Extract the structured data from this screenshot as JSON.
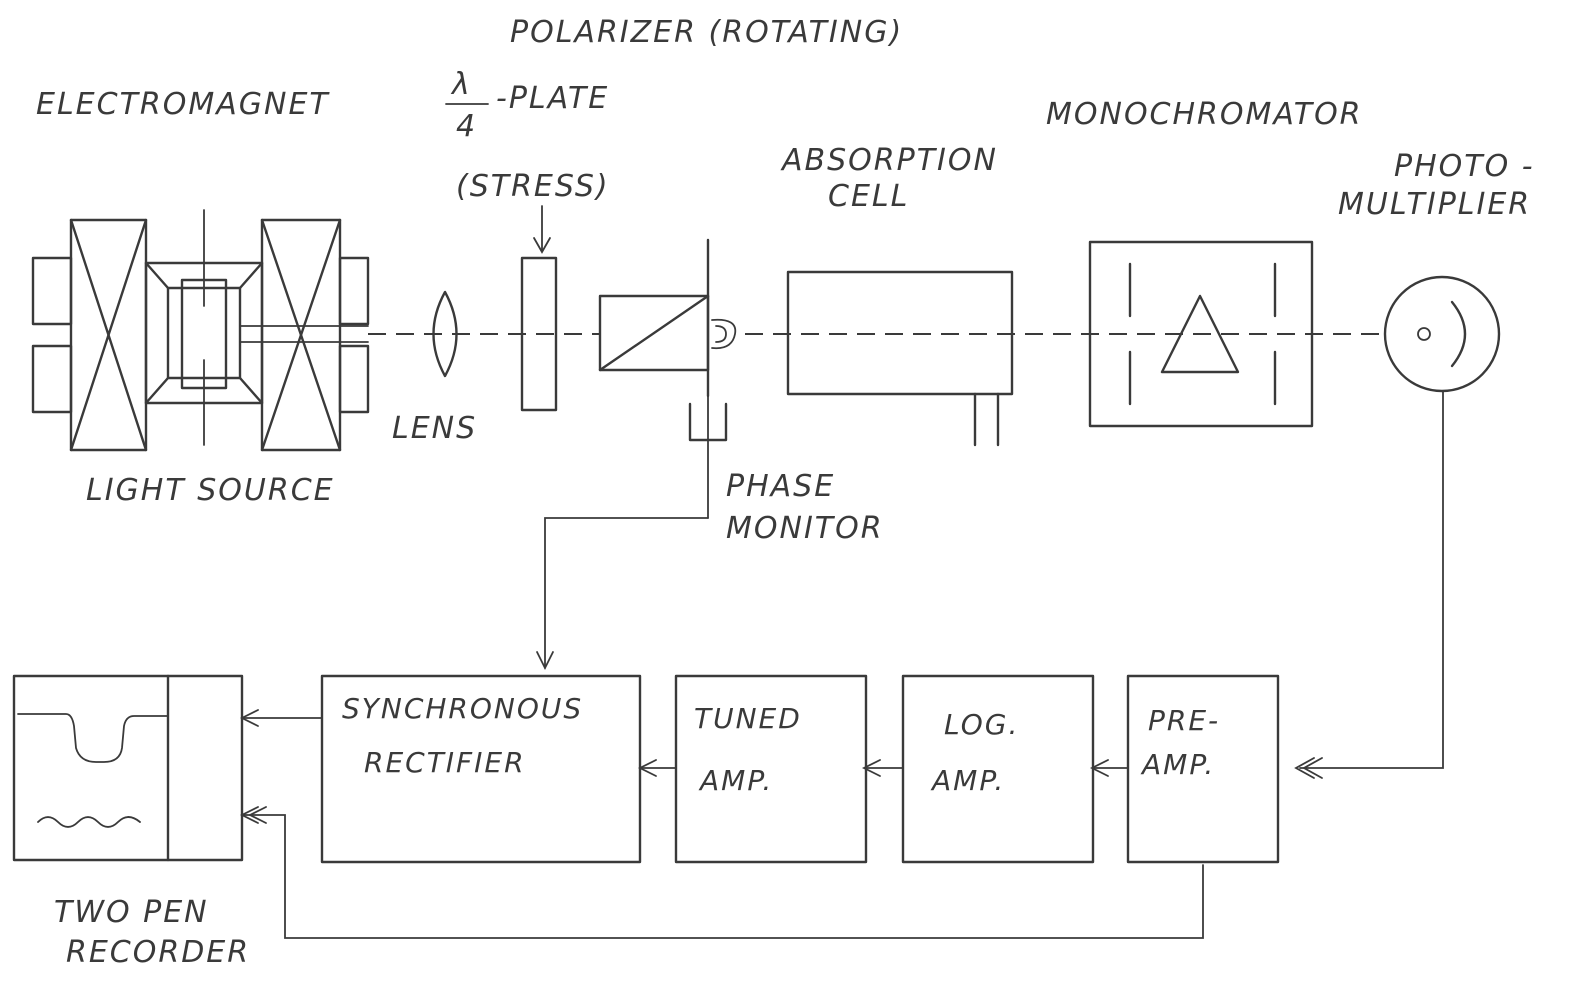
{
  "labels": {
    "polarizer": "POLARIZER (ROTATING)",
    "electromagnet": "ELECTROMAGNET",
    "quarter_wave_num": "λ",
    "quarter_wave_den": "4",
    "quarter_wave_suffix": "-PLATE",
    "monochromator": "MONOCHROMATOR",
    "absorption_cell_1": "ABSORPTION",
    "absorption_cell_2": "CELL",
    "photomultiplier_1": "PHOTO -",
    "photomultiplier_2": "MULTIPLIER",
    "stress": "(STRESS)",
    "lens": "LENS",
    "light_source": "LIGHT  SOURCE",
    "phase_monitor_1": "PHASE",
    "phase_monitor_2": "MONITOR",
    "recorder_1": "TWO  PEN",
    "recorder_2": "RECORDER"
  },
  "blocks": {
    "synchronous_rectifier_1": "SYNCHRONOUS",
    "synchronous_rectifier_2": "RECTIFIER",
    "tuned_amp_1": "TUNED",
    "tuned_amp_2": "AMP.",
    "log_amp_1": "LOG.",
    "log_amp_2": "AMP.",
    "pre_amp_1": "PRE-",
    "pre_amp_2": "AMP."
  },
  "colors": {
    "ink": "#3a3a3a",
    "paper": "#ffffff"
  }
}
